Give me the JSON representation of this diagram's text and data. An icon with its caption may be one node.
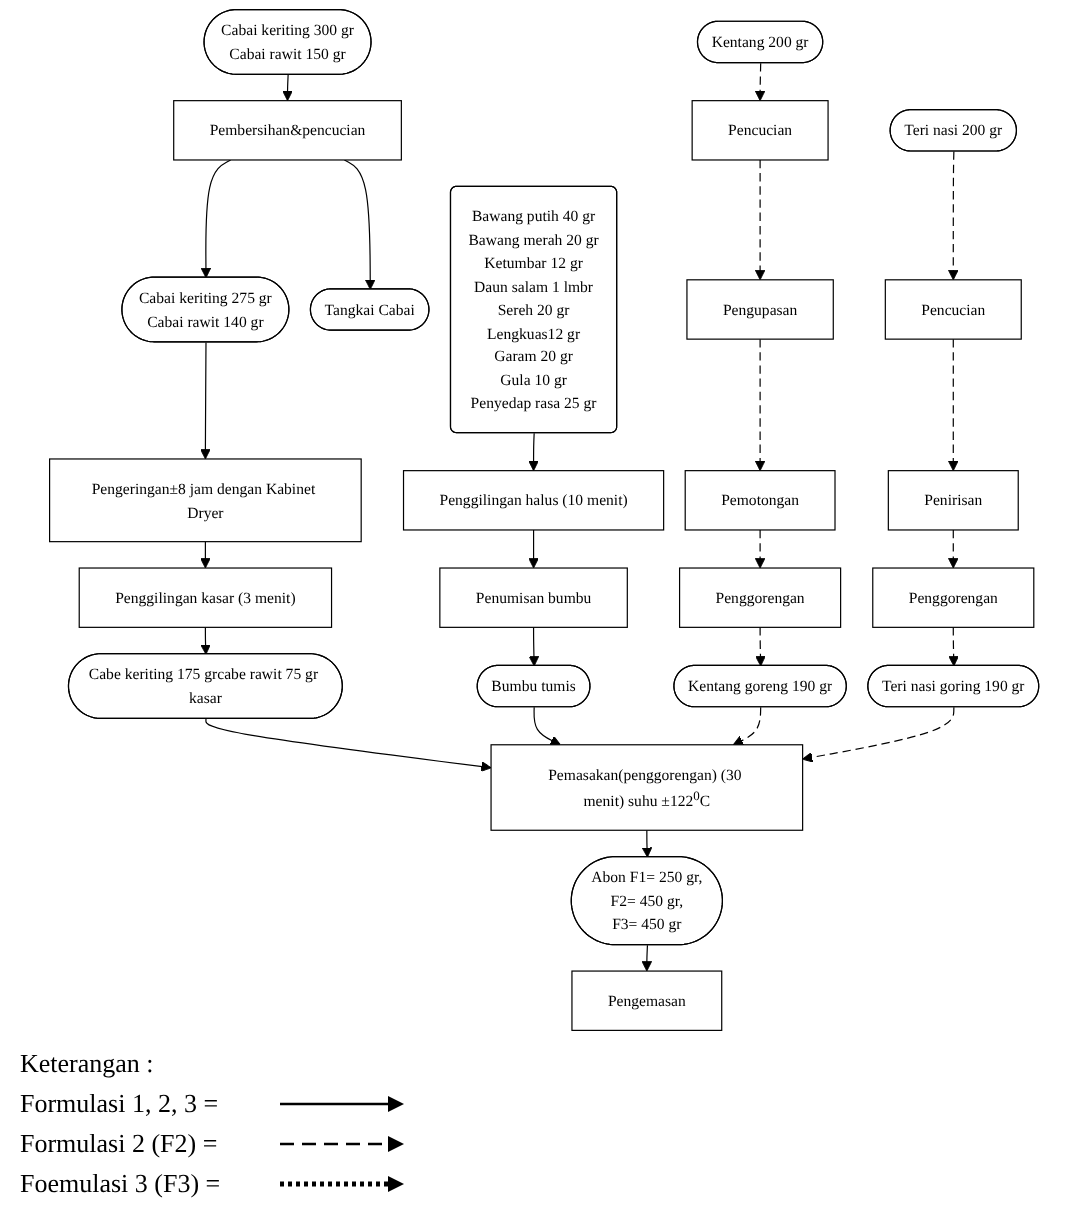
{
  "diagram": {
    "nodes": [
      {
        "text": [
          "Bawang putih 40 gr",
          "Bawang merah 20 gr",
          "Ketumbar 12 gr",
          "Daun salam 1 lmbr",
          "Sereh 20 gr",
          "Lengkuas12 gr",
          "Garam 20 gr",
          "Gula 10 gr",
          "Penyedap rasa 25 gr"
        ]
      },
      {
        "text": [
          "Cabai keriting 300 gr",
          "Cabai rawit 150 gr"
        ]
      },
      {
        "text": [
          "Tangkai Cabai"
        ]
      },
      {
        "text": [
          "Pembersihan&pencucian"
        ]
      },
      {
        "text": [
          "Kentang 200 gr"
        ]
      },
      {
        "text": [
          "Cabai keriting 275 gr",
          "Cabai rawit 140 gr"
        ]
      },
      {
        "text": [
          "Pencucian"
        ]
      },
      {
        "text": [
          "Pengeringan±8 jam dengan Kabinet Dryer"
        ]
      },
      {
        "text": [
          "Pengupasan"
        ]
      },
      {
        "text": [
          "Pemotongan"
        ]
      },
      {
        "text": [
          "Penggilingan halus (10 menit)"
        ]
      },
      {
        "text": [
          "Penggilingan kasar (3 menit)"
        ]
      },
      {
        "text": [
          "Penggorengan"
        ]
      },
      {
        "text": [
          "Cabe keriting 175 grcabe rawit 75 gr kasar"
        ]
      },
      {
        "text": [
          "Penumisan bumbu"
        ]
      },
      {
        "text": [
          "Kentang goreng 190 gr"
        ]
      },
      {
        "text": [
          "Bumbu tumis"
        ]
      },
      {
        "text": [
          "Pemasakan(penggorengan) (30 menit) suhu ±122$^{0}$C"
        ]
      },
      {
        "text": [
          "Teri nasi 200 gr"
        ]
      },
      {
        "text": [
          "Abon F1= 250 gr,",
          "F2= 450 gr,",
          "F3= 450 gr"
        ]
      },
      {
        "text": [
          "Pencucian"
        ]
      },
      {
        "text": [
          "Penirisan"
        ]
      },
      {
        "text": [
          "Penggorengan"
        ]
      },
      {
        "text": [
          "Pengemasan"
        ]
      },
      {
        "text": [
          "Teri nasi goring 190 gr"
        ]
      }
    ],
    "edges": [
      {
        "from": 1,
        "to": 3,
        "arrow": "to"
      },
      {
        "from": 3,
        "to": 2,
        "arrow": "to"
      },
      {
        "from": 3,
        "to": 5,
        "arrow": "to"
      },
      {
        "from": 5,
        "to": 7,
        "arrow": "to"
      },
      {
        "from": 7,
        "to": 11,
        "arrow": "to"
      },
      {
        "from": 11,
        "to": 13,
        "arrow": "to"
      },
      {
        "from": 13,
        "to": 17,
        "arrow": "to"
      },
      {
        "from": 0,
        "to": 10,
        "arrow": "to"
      },
      {
        "from": 10,
        "to": 14,
        "arrow": "to"
      },
      {
        "from": 14,
        "to": 16,
        "arrow": "to"
      },
      {
        "from": 16,
        "to": 17,
        "arrow": "to"
      },
      {
        "from": 17,
        "to": 19,
        "arrow": "to"
      },
      {
        "from": 19,
        "to": 23,
        "arrow": "to"
      },
      {
        "from": 4,
        "to": 6,
        "arrow": "to",
        "style": "dashed"
      },
      {
        "from": 6,
        "to": 8,
        "arrow": "to",
        "style": "dashed"
      },
      {
        "from": 8,
        "to": 9,
        "arrow": "to",
        "style": "dashed"
      },
      {
        "from": 9,
        "to": 12,
        "arrow": "to",
        "style": "dashed"
      },
      {
        "from": 12,
        "to": 15,
        "arrow": "to",
        "style": "dashed"
      },
      {
        "from": 15,
        "to": 17,
        "arrow": "to",
        "style": "dashed"
      },
      {
        "from": 18,
        "to": 20,
        "arrow": "to",
        "style": "dashed"
      },
      {
        "from": 20,
        "to": 21,
        "arrow": "to",
        "style": "dashed"
      },
      {
        "from": 21,
        "to": 22,
        "arrow": "to",
        "style": "dashed"
      },
      {
        "from": 22,
        "to": 24,
        "arrow": "to",
        "style": "dashed"
      },
      {
        "from": 24,
        "to": 17,
        "arrow": "to",
        "style": "dashed"
      }
    ],
    "labels": [
      "Keterangan :"
    ],
    "legend": [
      {
        "text": "Formulasi 1, 2, 3 ="
      },
      {
        "text": "Formulasi 2 (F2) ="
      },
      {
        "text": "Foemulasi 3 (F3) ="
      }
    ]
  }
}
